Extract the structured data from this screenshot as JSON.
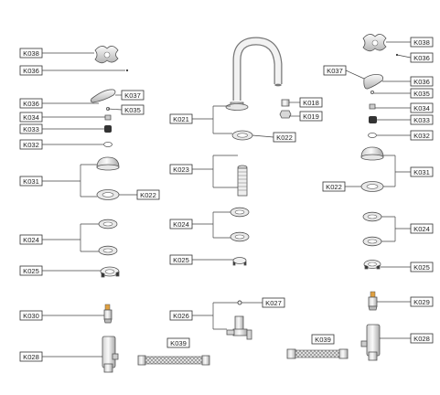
{
  "labels": {
    "K018": "K018",
    "K019": "K019",
    "K021": "K021",
    "K022": "K022",
    "K023": "K023",
    "K024": "K024",
    "K025": "K025",
    "K026": "K026",
    "K027": "K027",
    "K028": "K028",
    "K029": "K029",
    "K030": "K030",
    "K031": "K031",
    "K032": "K032",
    "K033": "K033",
    "K034": "K034",
    "K035": "K035",
    "K036": "K036",
    "K037": "K037",
    "K038": "K038",
    "K039": "K039"
  }
}
